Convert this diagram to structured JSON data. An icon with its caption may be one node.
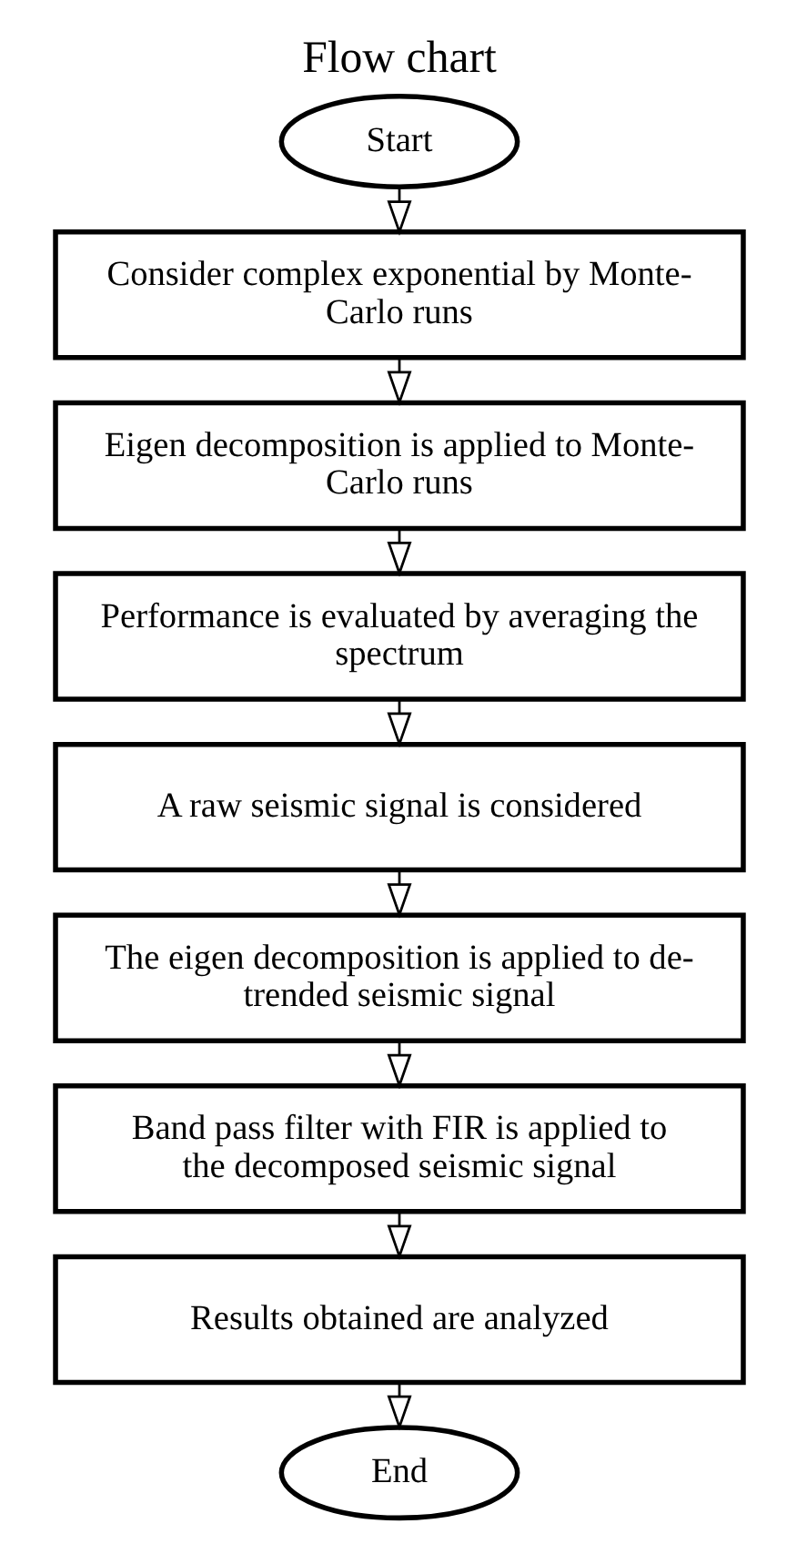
{
  "diagram": {
    "title": "Flow chart",
    "nodes": [
      {
        "text": [
          "Start"
        ]
      },
      {
        "text": [
          "Consider complex exponential by Monte-Carlo runs"
        ]
      },
      {
        "text": [
          "Eigen decomposition is applied to Monte-Carlo runs"
        ]
      },
      {
        "text": [
          "Performance is evaluated by averaging the spectrum"
        ]
      },
      {
        "text": [
          "A raw seismic signal is considered"
        ]
      },
      {
        "text": [
          "The eigen decomposition is applied to de-trended seismic signal"
        ]
      },
      {
        "text": [
          "Band pass filter with FIR is applied to the decomposed seismic signal"
        ]
      },
      {
        "text": [
          "Results obtained are analyzed"
        ]
      },
      {
        "text": [
          "End"
        ]
      }
    ],
    "edges": [
      {
        "from": 0,
        "to": 1,
        "arrow": "to"
      },
      {
        "from": 1,
        "to": 2,
        "arrow": "to"
      },
      {
        "from": 2,
        "to": 3,
        "arrow": "to"
      },
      {
        "from": 3,
        "to": 4,
        "arrow": "to"
      },
      {
        "from": 4,
        "to": 5,
        "arrow": "to"
      },
      {
        "from": 5,
        "to": 6,
        "arrow": "to"
      },
      {
        "from": 6,
        "to": 7,
        "arrow": "to"
      },
      {
        "from": 7,
        "to": 8,
        "arrow": "to"
      }
    ]
  }
}
